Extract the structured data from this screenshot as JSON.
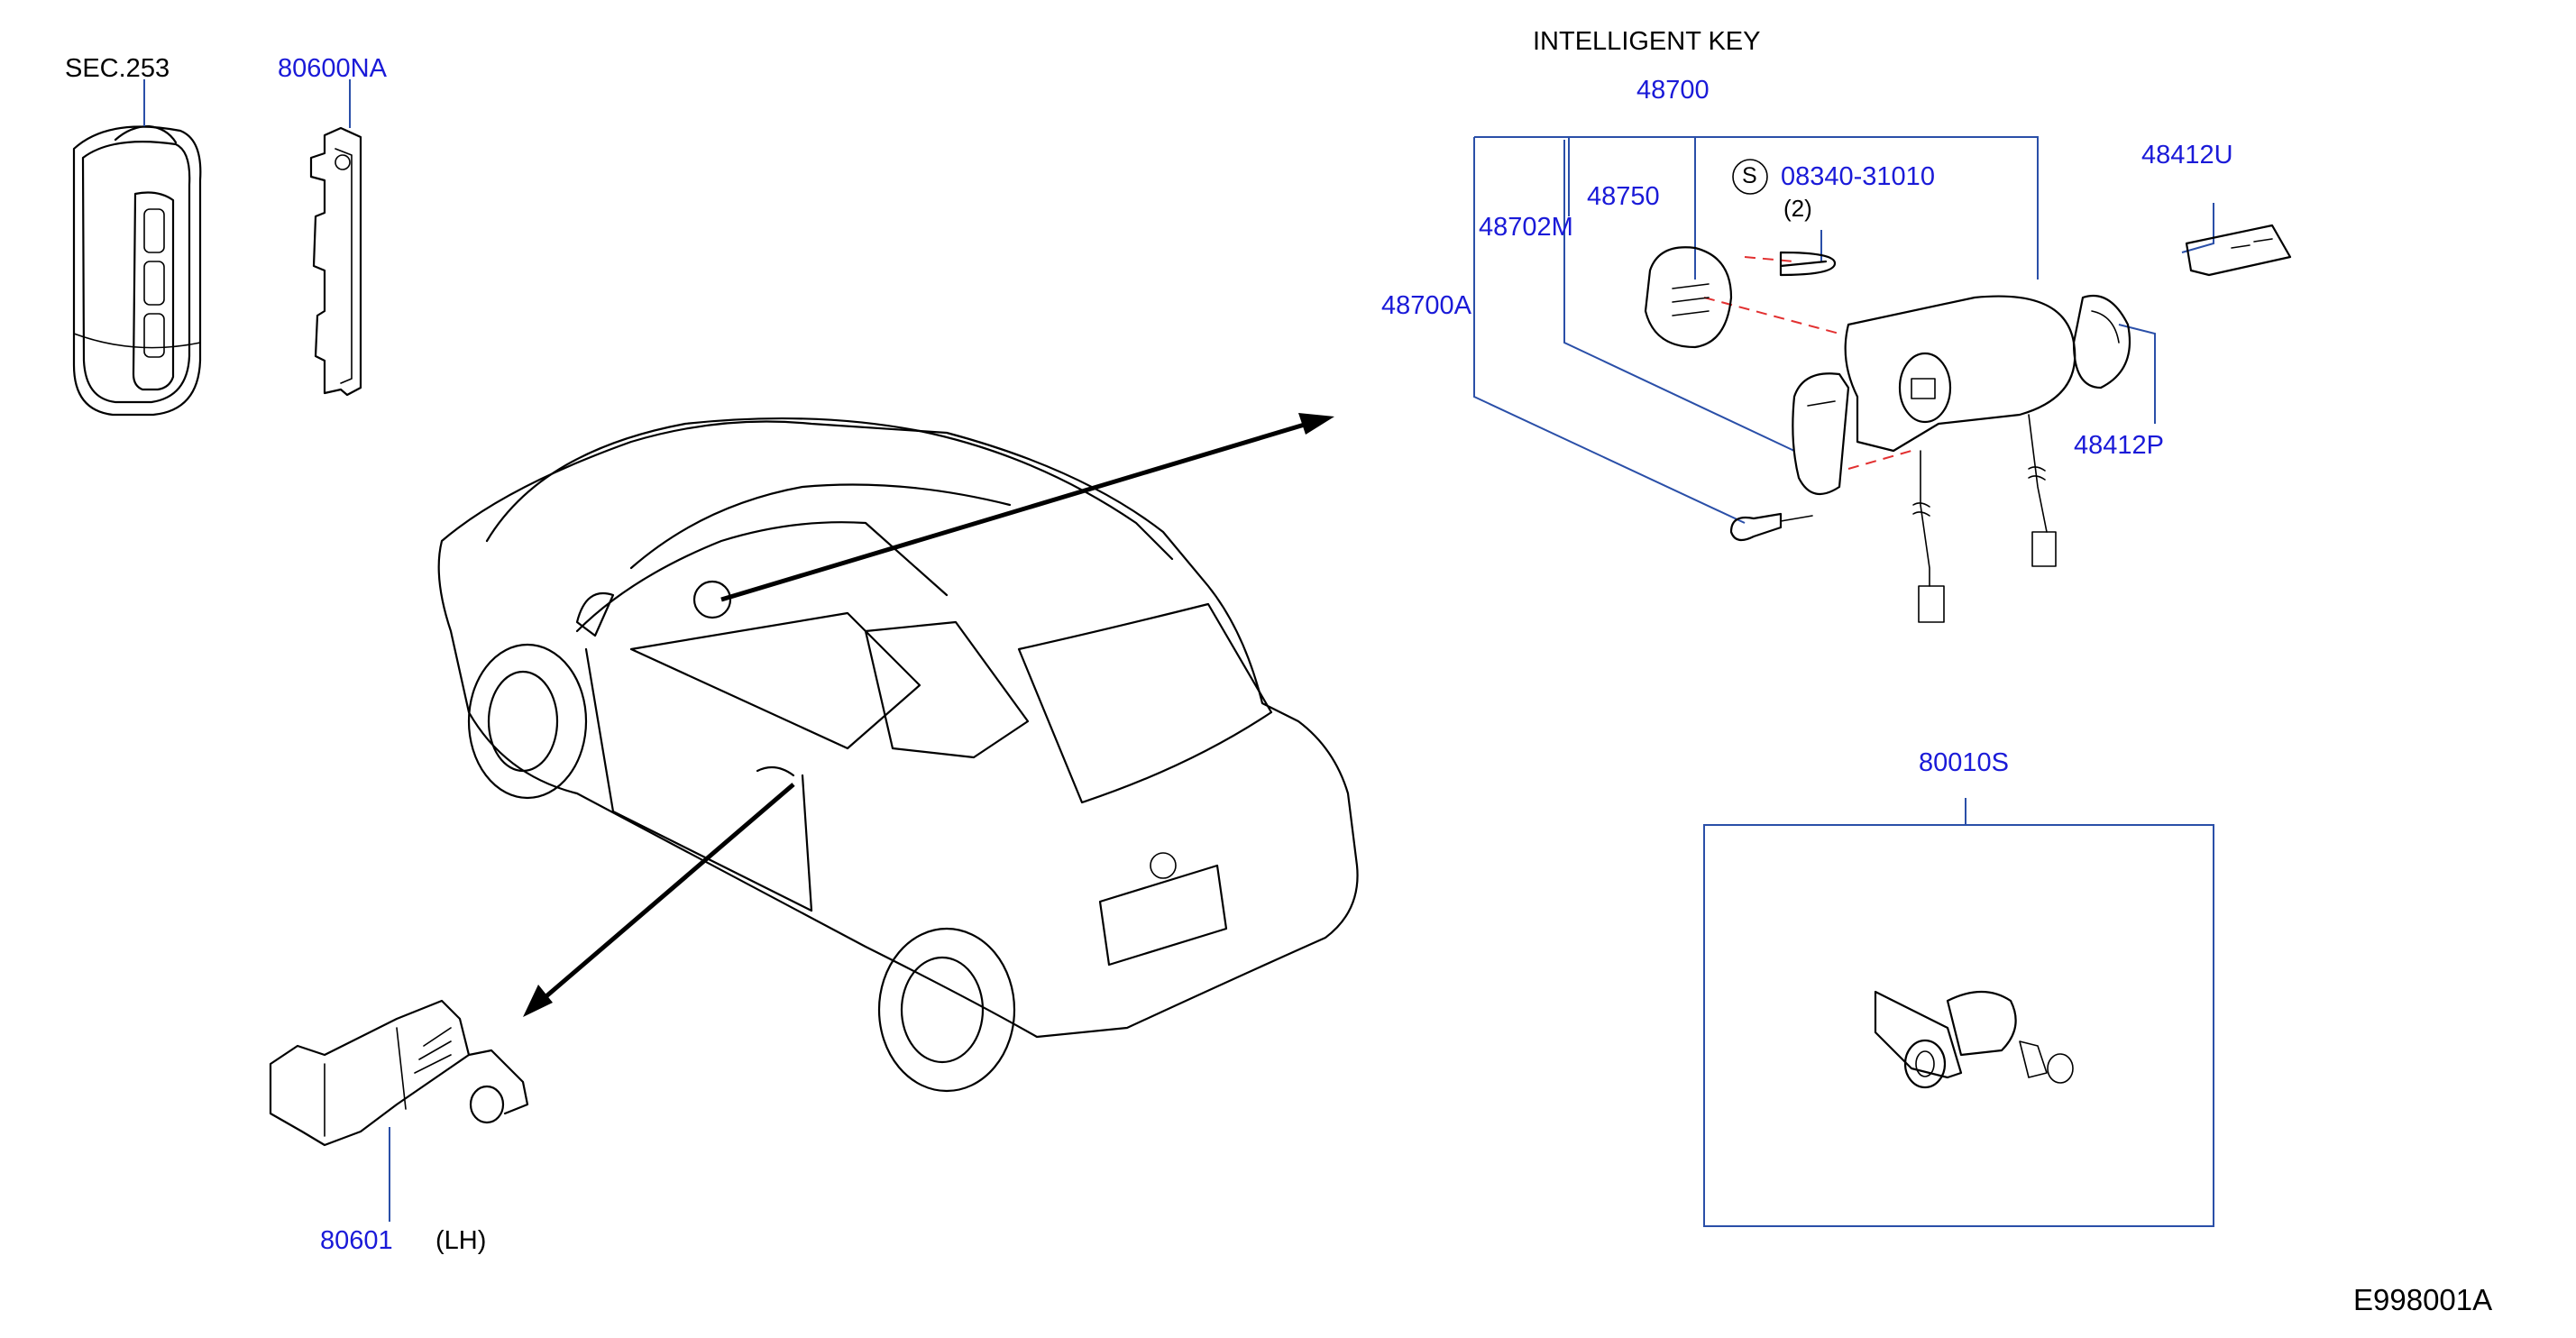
{
  "title": "INTELLIGENT   KEY",
  "figure_code": "E998001A",
  "parts": {
    "sec253": "SEC.253",
    "p80600NA": "80600NA",
    "p48700": "48700",
    "p48750": "48750",
    "p48702M": "48702M",
    "p48700A": "48700A",
    "s_symbol": "S",
    "p08340": "08340-31010",
    "p08340_qty": "(2)",
    "p48412U": "48412U",
    "p48412P": "48412P",
    "p80010S": "80010S",
    "p80601": "80601",
    "p80601_side": "(LH)"
  },
  "colors": {
    "part_label": "#1a1ad8",
    "leader": "#2a4fa8",
    "hidden_line": "#e23030",
    "outline": "#000000"
  }
}
